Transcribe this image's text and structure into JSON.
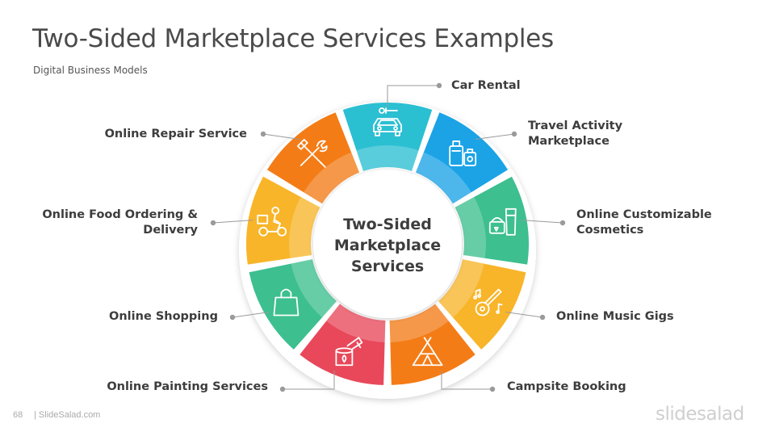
{
  "title": "Two-Sided Marketplace Services Examples",
  "subtitle": "Digital Business Models",
  "center": {
    "lines": [
      "Two-Sided",
      "Marketplace",
      "Services"
    ]
  },
  "segments": [
    {
      "id": "car-rental",
      "label": "Car Rental",
      "lines": [
        "Car Rental"
      ],
      "color": "#2bbfd2",
      "icon": "car-icon"
    },
    {
      "id": "travel-activity",
      "label": "Travel Activity Marketplace",
      "lines": [
        "Travel Activity",
        "Marketplace"
      ],
      "color": "#1ba3e6",
      "icon": "luggage-icon"
    },
    {
      "id": "cosmetics",
      "label": "Online Customizable Cosmetics",
      "lines": [
        "Online Customizable",
        "Cosmetics"
      ],
      "color": "#3dbf8f",
      "icon": "cosmetics-icon"
    },
    {
      "id": "music-gigs",
      "label": "Online Music Gigs",
      "lines": [
        "Online Music Gigs"
      ],
      "color": "#f8b529",
      "icon": "guitar-icon"
    },
    {
      "id": "campsite",
      "label": "Campsite Booking",
      "lines": [
        "Campsite Booking"
      ],
      "color": "#f47c16",
      "icon": "tent-icon"
    },
    {
      "id": "painting",
      "label": "Online Painting Services",
      "lines": [
        "Online Painting Services"
      ],
      "color": "#e8485a",
      "icon": "paint-bucket-icon"
    },
    {
      "id": "shopping",
      "label": "Online Shopping",
      "lines": [
        "Online Shopping"
      ],
      "color": "#3dbf8f",
      "icon": "shopping-bag-icon"
    },
    {
      "id": "food-ordering",
      "label": "Online Food Ordering & Delivery",
      "lines": [
        "Online Food Ordering &",
        "Delivery"
      ],
      "color": "#f8b529",
      "icon": "delivery-scooter-icon"
    },
    {
      "id": "repair",
      "label": "Online Repair Service",
      "lines": [
        "Online Repair Service"
      ],
      "color": "#f47c16",
      "icon": "tools-icon"
    }
  ],
  "footer": {
    "page": "68",
    "brand": "| SlideSalad.com",
    "logo": "slidesalad"
  },
  "connector_color": "#9a9a9a"
}
